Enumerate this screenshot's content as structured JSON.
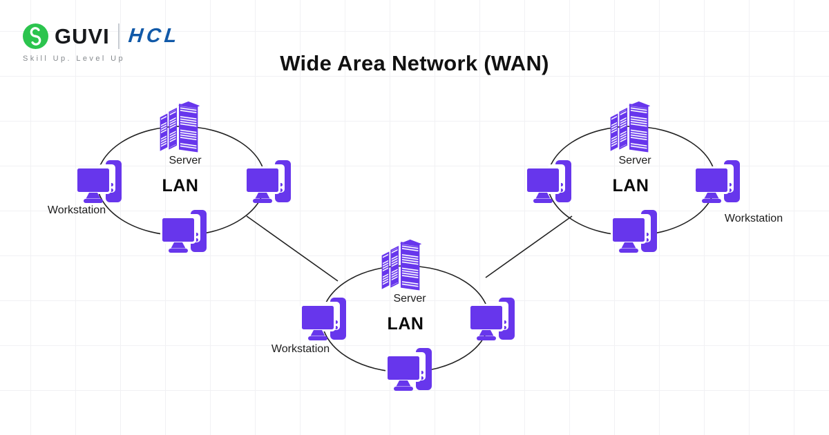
{
  "theme": {
    "accent_purple": "#6736EC",
    "guvi_green": "#2CC44E",
    "hcl_blue": "#1159A8",
    "stroke_dark": "#222222",
    "grid_line": "#f1f1f4",
    "text_dark": "#111111",
    "tagline_gray": "#85898d"
  },
  "header": {
    "brand": {
      "guvi": "GUVI",
      "hcl": "HCL",
      "tagline": "Skill Up. Level Up",
      "logo_icon": "guvi-g-icon"
    },
    "title": "Wide Area Network (WAN)"
  },
  "diagram": {
    "icons": {
      "server": "server-rack-icon",
      "workstation": "desktop-computer-icon"
    },
    "lans": [
      {
        "id": "lan-left",
        "lan_label": "LAN",
        "server_label": "Server",
        "workstation_label": "Workstation"
      },
      {
        "id": "lan-center",
        "lan_label": "LAN",
        "server_label": "Server",
        "workstation_label": "Workstation"
      },
      {
        "id": "lan-right",
        "lan_label": "LAN",
        "server_label": "Server",
        "workstation_label": "Workstation"
      }
    ],
    "links": [
      {
        "from": "lan-left",
        "to": "lan-center"
      },
      {
        "from": "lan-right",
        "to": "lan-center"
      }
    ]
  }
}
